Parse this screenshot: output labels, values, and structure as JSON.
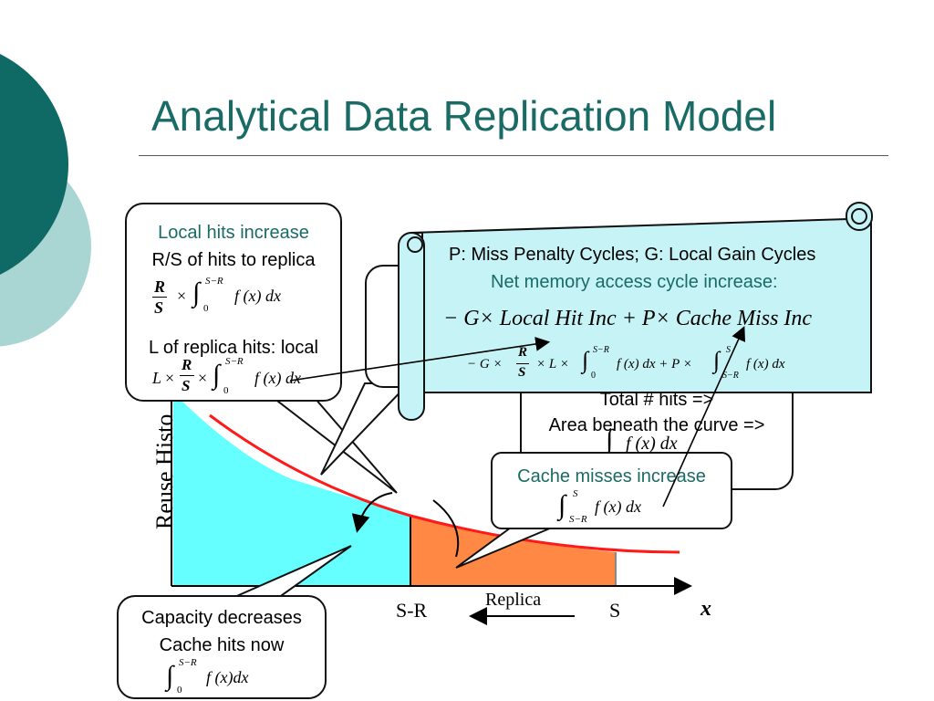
{
  "title": "Analytical Data Replication Model",
  "chart": {
    "ylabel": "Reuse Histo",
    "xlabel": "x",
    "tick_sr": "S-R",
    "tick_s": "S",
    "replica_label": "Replica"
  },
  "callouts": {
    "local_hits": {
      "heading": "Local hits increase",
      "line1": "R/S of hits to replica",
      "line2": "L of replica hits: local",
      "frac_num": "R",
      "frac_den": "S",
      "int_upper": "S−R",
      "int_lower": "0",
      "integrand": "f (x) dx",
      "L": "L"
    },
    "scroll": {
      "line1": "P: Miss Penalty Cycles; G: Local Gain Cycles",
      "line2": "Net memory access cycle increase:",
      "formula": "− G× Local Hit Inc + P× Cache Miss Inc",
      "formula2_pre": "− G ×",
      "formula2_mid": "× L ×",
      "formula2_mid2": "f (x) dx + P ×",
      "formula2_end": "f (x) dx",
      "int_upper1": "S−R",
      "int_lower1": "0",
      "int_upper2": "S",
      "int_lower2": "S−R",
      "frac_num": "R",
      "frac_den": "S"
    },
    "total": {
      "line1": "Total # hits =>",
      "line2": "Area beneath the curve =>",
      "integrand": "f (x) dx"
    },
    "misses": {
      "heading": "Cache misses increase",
      "int_upper": "S",
      "int_lower": "S−R",
      "integrand": "f (x) dx"
    },
    "capacity": {
      "line1": "Capacity decreases",
      "line2": "Cache hits now",
      "int_upper": "S−R",
      "int_lower": "0",
      "integrand": "f (x)dx"
    }
  },
  "colors": {
    "accent": "#1a6b66",
    "dark_circle": "#0f6a66",
    "light_circle": "#a9d6d3",
    "area_hits": "#66ffff",
    "area_replica": "#ff8844",
    "curve": "#ff1a1a",
    "scroll_fill": "#c5f3f6"
  }
}
